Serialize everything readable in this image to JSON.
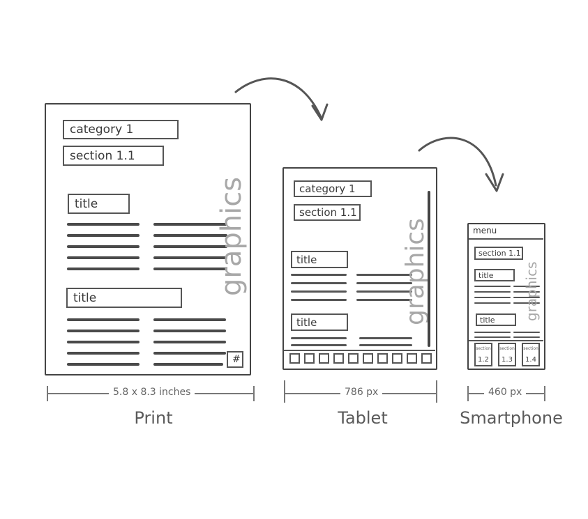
{
  "print": {
    "category": "category 1",
    "section": "section 1.1",
    "title1": "title",
    "title2": "title",
    "graphics": "graphics",
    "hash": "#",
    "dimension": "5.8 x 8.3 inches",
    "caption": "Print"
  },
  "tablet": {
    "category": "category 1",
    "section": "section 1.1",
    "title1": "title",
    "title2": "title",
    "graphics": "graphics",
    "dimension": "786 px",
    "caption": "Tablet"
  },
  "smartphone": {
    "menu": "menu",
    "section": "section 1.1",
    "title1": "title",
    "title2": "title",
    "graphics": "graphics",
    "tiles": [
      {
        "label": "section",
        "number": "1.2"
      },
      {
        "label": "section",
        "number": "1.3"
      },
      {
        "label": "section",
        "number": "1.4"
      }
    ],
    "dimension": "460 px",
    "caption": "Smartphone"
  }
}
